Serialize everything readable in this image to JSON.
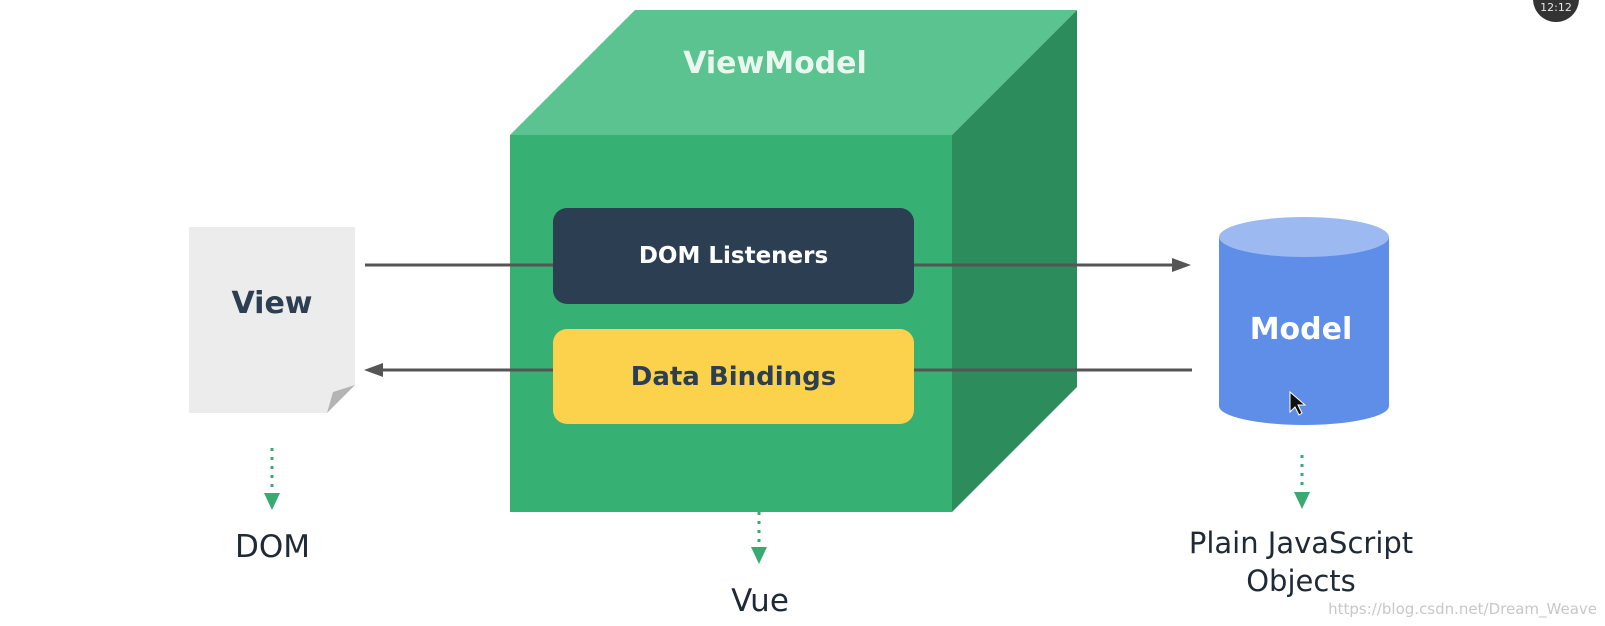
{
  "viewmodel": {
    "title": "ViewModel",
    "dom_listeners": "DOM Listeners",
    "data_bindings": "Data Bindings"
  },
  "view": {
    "label": "View"
  },
  "model": {
    "label": "Model"
  },
  "targets": {
    "dom": "DOM",
    "vue": "Vue",
    "plain_js": "Plain JavaScript Objects"
  },
  "watermark": "https://blog.csdn.net/Dream_Weave",
  "timer": "12:12",
  "colors": {
    "cube_front": "#36b073",
    "cube_top": "#5bc38f",
    "cube_side": "#2c8c5c",
    "dom_listeners_bg": "#2c3e52",
    "data_bindings_bg": "#fcd24c",
    "model_body": "#5e8ee8",
    "model_top": "#9cb9f2",
    "arrow": "#555555",
    "dotted_arrow": "#3aaa73"
  }
}
